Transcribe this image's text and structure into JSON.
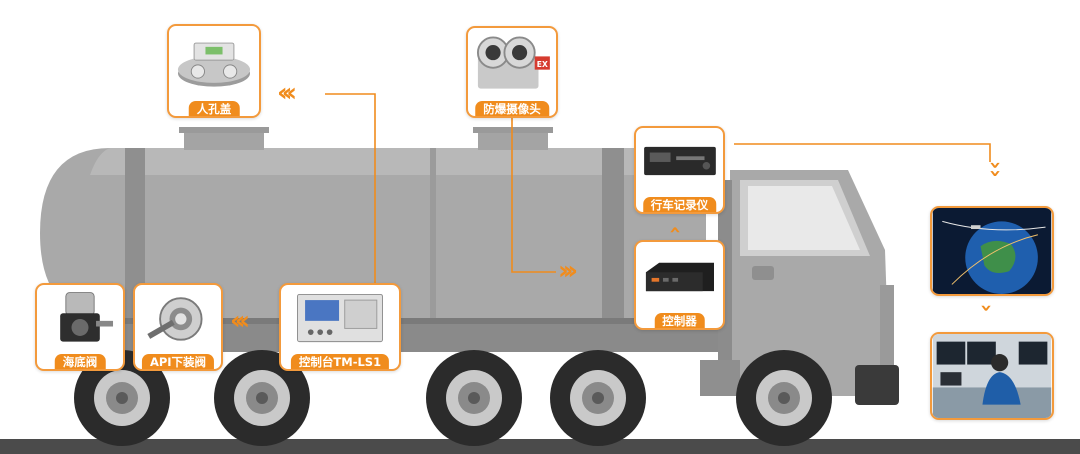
{
  "components": {
    "manhole_cover": {
      "label": "人孔盖"
    },
    "ex_camera": {
      "label": "防爆摄像头",
      "badge": "EX"
    },
    "driving_recorder": {
      "label": "行车记录仪"
    },
    "controller": {
      "label": "控制器"
    },
    "subsea_valve": {
      "label": "海底阀"
    },
    "api_valve": {
      "label": "API下装阀"
    },
    "console": {
      "label": "控制台TM-LS1"
    }
  },
  "destinations": [
    {
      "icon": "satellite-globe-icon"
    },
    {
      "icon": "monitoring-center-icon"
    }
  ],
  "colors": {
    "accent": "#f08c1d",
    "tanker_body": "#a7a7a7",
    "road": "#4b4b4b"
  }
}
